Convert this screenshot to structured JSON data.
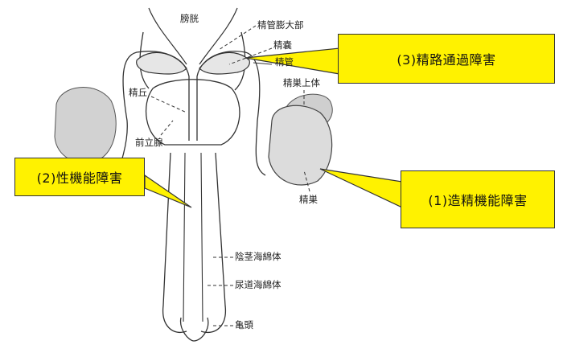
{
  "labels": {
    "bladder": "膀胱",
    "ampulla": "精管膨大部",
    "seminal_vesicle": "精嚢",
    "vas_deferens": "精管",
    "epididymis": "精巣上体",
    "verumontanum": "精丘",
    "prostate": "前立腺",
    "testis": "精巣",
    "corpus_cavernosum": "陰茎海綿体",
    "corpus_spongiosum": "尿道海綿体",
    "glans": "亀頭"
  },
  "callouts": {
    "transport": "(3)精路通過障害",
    "sexual": "(2)性機能障害",
    "spermatogenesis": "(1)造精機能障害"
  },
  "colors": {
    "callout_fill": "#fff200",
    "line": "#222222",
    "shade": "#c8c8c8"
  }
}
